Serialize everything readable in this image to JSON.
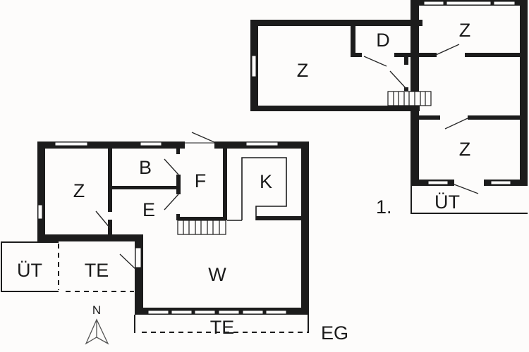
{
  "floor_plan": {
    "ground_floor": {
      "label": "EG",
      "rooms": {
        "bedroom": "Z",
        "bathroom": "B",
        "entrance": "E",
        "hallway": "F",
        "kitchen": "K",
        "living_room": "W",
        "terrace_side": "TE",
        "terrace_front": "TE",
        "utility": "ÜT"
      }
    },
    "first_floor": {
      "label": "1.",
      "rooms": {
        "bedroom_west": "Z",
        "storage": "D",
        "bedroom_north": "Z",
        "bedroom_south": "Z",
        "utility": "ÜT"
      }
    },
    "north_arrow": {
      "label": "N"
    }
  }
}
